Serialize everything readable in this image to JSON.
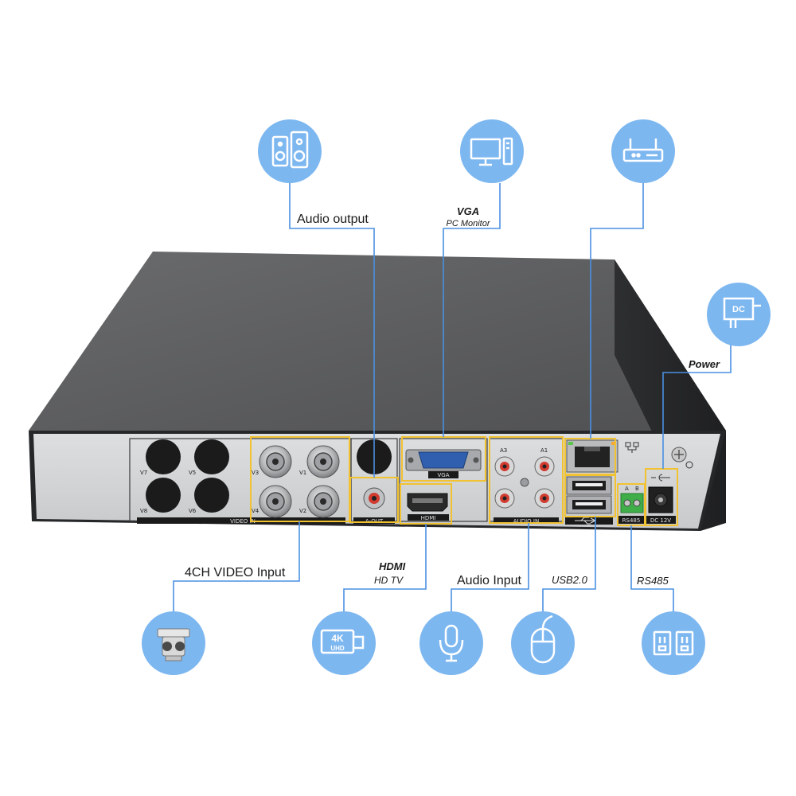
{
  "callouts": {
    "audio_output": "Audio output",
    "vga_title": "VGA",
    "vga_sub": "PC Monitor",
    "power": "Power",
    "video_input": "4CH VIDEO Input",
    "hdmi_title": "HDMI",
    "hdmi_sub": "HD  TV",
    "audio_input": "Audio Input",
    "usb": "USB2.0",
    "rs485": "RS485"
  },
  "panel": {
    "video_in": "VIDEO IN",
    "a_out": "A-OUT",
    "hdmi": "HDMI",
    "vga": "VGA",
    "audio_in": "AUDIO IN",
    "rs485": "RS485",
    "dc12v": "DC 12V",
    "port_v1": "V1",
    "port_v2": "V2",
    "port_v3": "V3",
    "port_v4": "V4",
    "port_v5": "V5",
    "port_v6": "V6",
    "port_v7": "V7",
    "port_v8": "V8",
    "port_a1": "A1",
    "port_a3": "A3",
    "rs_a": "A",
    "rs_b": "B",
    "power_badge": "DC",
    "hdmi_badge_top": "4K",
    "hdmi_badge_bottom": "UHD"
  },
  "icons": {
    "speaker": "speaker-icon",
    "monitor": "monitor-icon",
    "router": "router-icon",
    "power_adapter": "power-adapter-icon",
    "camera": "ptz-camera-icon",
    "hdmi_4k": "4k-uhd-icon",
    "microphone": "microphone-icon",
    "mouse": "mouse-icon",
    "rs485": "rs485-connector-icon"
  },
  "colors": {
    "accent": "#4a90e2",
    "circle": "#7db7f0",
    "chassis_top": "#5e5f61",
    "panel": "#d6d8da"
  }
}
